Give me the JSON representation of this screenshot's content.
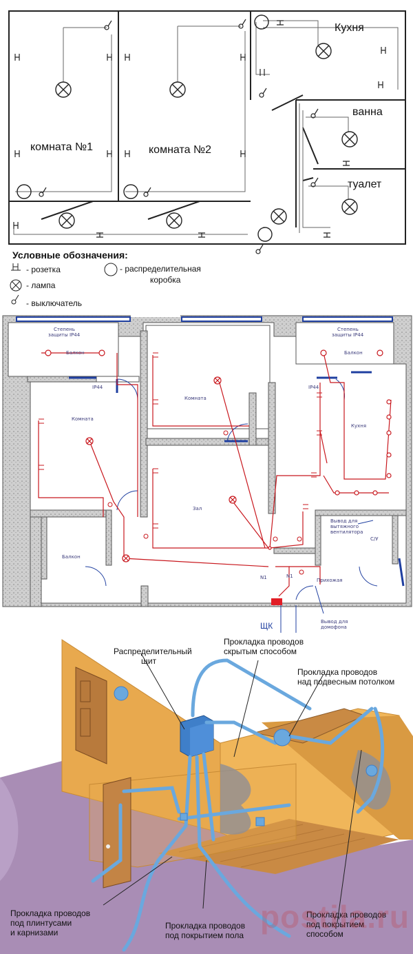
{
  "plan1": {
    "rooms": {
      "room1": "комната №1",
      "room2": "комната №2",
      "kitchen": "Кухня",
      "bath": "ванна",
      "toilet": "туалет"
    },
    "legend": {
      "title": "Условные обозначения:",
      "socket": "- розетка",
      "lamp": "- лампа",
      "switch": "- выключатель",
      "junction": "- распределительная",
      "junction2": "коробка"
    }
  },
  "plan2": {
    "labels": {
      "balcony_left": "Балкон",
      "balcony_right": "Балкон",
      "ip_left": "Степень",
      "ip_left2": "защиты IP44",
      "ip_right": "Степень",
      "ip_right2": "защиты IP44",
      "ip44_a": "IP44",
      "ip44_b": "IP44",
      "room_left": "Комната",
      "room_mid": "Комната",
      "kitchen": "Кухня",
      "hall": "Зал",
      "storage": "Балкон",
      "corridor": "Прихожая",
      "vent1": "Вывод для",
      "vent2": "вытяжного",
      "vent3": "вентилятора",
      "su": "С/У",
      "n1a": "N1",
      "n1b": "N1",
      "panel": "ЩК",
      "intercom1": "Вывод для",
      "intercom2": "домофона"
    }
  },
  "plan3": {
    "captions": {
      "panel1": "Распределительный",
      "panel2": "щит",
      "hidden1": "Прокладка проводов",
      "hidden2": "скрытым способом",
      "ceiling1": "Прокладка проводов",
      "ceiling2": "над подвесным потолком",
      "skirting1": "Прокладка проводов",
      "skirting2": "под плинтусами",
      "skirting3": "и карнизами",
      "floor1": "Прокладка проводов",
      "floor2": "под покрытием пола",
      "plaster1": "Прокладка проводов",
      "plaster2": "под покрытием",
      "plaster3": "способом"
    },
    "watermark": "postila.ru",
    "colors": {
      "wall": "#e8a94e",
      "floor": "#a98db5",
      "conduit": "#6aa8de",
      "panel": "#3f7fc9"
    }
  }
}
